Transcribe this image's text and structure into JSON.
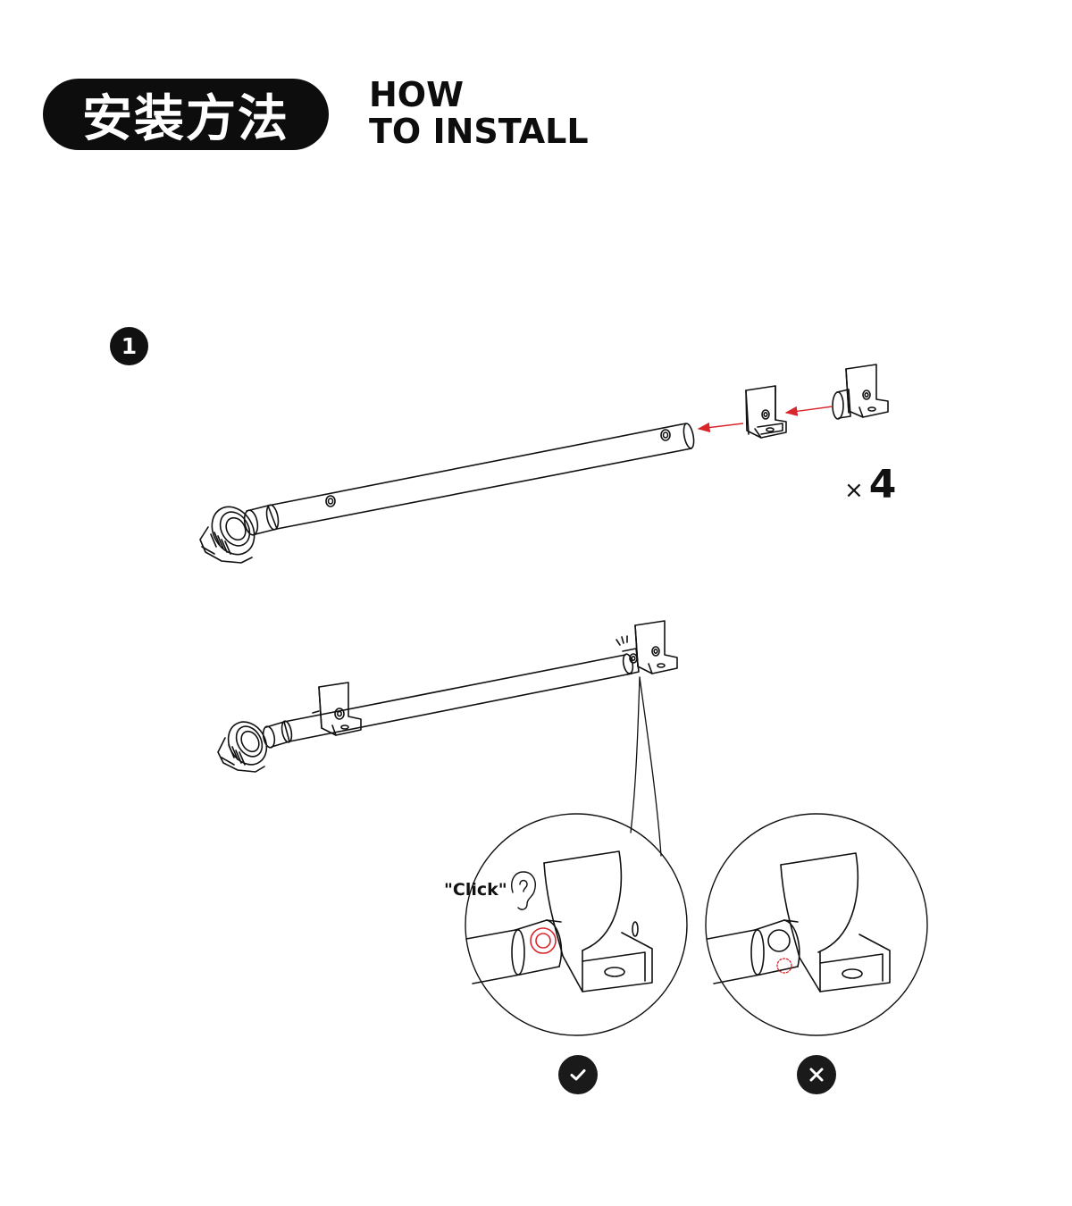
{
  "header": {
    "title_cn": "安装方法",
    "title_en_line1": "HOW",
    "title_en_line2": "TO INSTALL"
  },
  "step": {
    "number": "1",
    "quantity_prefix": "×",
    "quantity_value": "4",
    "sound_label": "\"Click\""
  },
  "icons": {
    "correct": "check-icon",
    "incorrect": "x-icon",
    "ear": "ear-icon",
    "arrow_color": "#d9262c"
  },
  "colors": {
    "ink": "#111111",
    "accent_red": "#d9262c"
  }
}
